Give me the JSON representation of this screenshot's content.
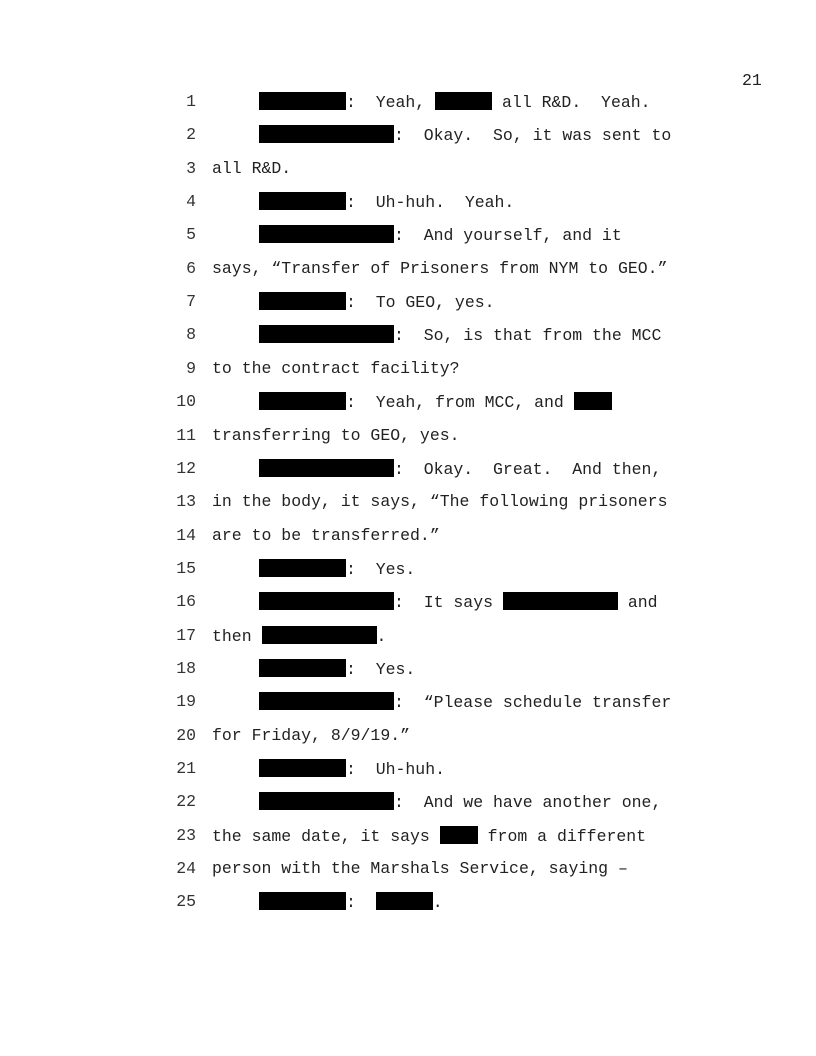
{
  "page_number": "21",
  "lines": [
    {
      "n": "1",
      "indent": true,
      "segs": [
        {
          "r": "speaker-a"
        },
        {
          "t": ":  Yeah, "
        },
        {
          "r": "name"
        },
        {
          "t": " all R&D.  Yeah."
        }
      ]
    },
    {
      "n": "2",
      "indent": true,
      "segs": [
        {
          "r": "speaker-b"
        },
        {
          "t": ":  Okay.  So, it was sent to"
        }
      ]
    },
    {
      "n": "3",
      "indent": false,
      "segs": [
        {
          "t": "all R&D."
        }
      ]
    },
    {
      "n": "4",
      "indent": true,
      "segs": [
        {
          "r": "speaker-a"
        },
        {
          "t": ":  Uh-huh.  Yeah."
        }
      ]
    },
    {
      "n": "5",
      "indent": true,
      "segs": [
        {
          "r": "speaker-b"
        },
        {
          "t": ":  And yourself, and it"
        }
      ]
    },
    {
      "n": "6",
      "indent": false,
      "segs": [
        {
          "t": "says, “Transfer of Prisoners from NYM to GEO.”"
        }
      ]
    },
    {
      "n": "7",
      "indent": true,
      "segs": [
        {
          "r": "speaker-a"
        },
        {
          "t": ":  To GEO, yes."
        }
      ]
    },
    {
      "n": "8",
      "indent": true,
      "segs": [
        {
          "r": "speaker-b"
        },
        {
          "t": ":  So, is that from the MCC"
        }
      ]
    },
    {
      "n": "9",
      "indent": false,
      "segs": [
        {
          "t": "to the contract facility?"
        }
      ]
    },
    {
      "n": "10",
      "indent": true,
      "segs": [
        {
          "r": "speaker-a"
        },
        {
          "t": ":  Yeah, from MCC, and "
        },
        {
          "r": "short"
        }
      ]
    },
    {
      "n": "11",
      "indent": false,
      "segs": [
        {
          "t": "transferring to GEO, yes."
        }
      ]
    },
    {
      "n": "12",
      "indent": true,
      "segs": [
        {
          "r": "speaker-b"
        },
        {
          "t": ":  Okay.  Great.  And then,"
        }
      ]
    },
    {
      "n": "13",
      "indent": false,
      "segs": [
        {
          "t": "in the body, it says, “The following prisoners"
        }
      ]
    },
    {
      "n": "14",
      "indent": false,
      "segs": [
        {
          "t": "are to be transferred.”"
        }
      ]
    },
    {
      "n": "15",
      "indent": true,
      "segs": [
        {
          "r": "speaker-a"
        },
        {
          "t": ":  Yes."
        }
      ]
    },
    {
      "n": "16",
      "indent": true,
      "segs": [
        {
          "r": "speaker-b"
        },
        {
          "t": ":  It says "
        },
        {
          "r": "long"
        },
        {
          "t": " and"
        }
      ]
    },
    {
      "n": "17",
      "indent": false,
      "segs": [
        {
          "t": "then "
        },
        {
          "r": "long"
        },
        {
          "t": "."
        }
      ]
    },
    {
      "n": "18",
      "indent": true,
      "segs": [
        {
          "r": "speaker-a"
        },
        {
          "t": ":  Yes."
        }
      ]
    },
    {
      "n": "19",
      "indent": true,
      "segs": [
        {
          "r": "speaker-b"
        },
        {
          "t": ":  “Please schedule transfer"
        }
      ]
    },
    {
      "n": "20",
      "indent": false,
      "segs": [
        {
          "t": "for Friday, 8/9/19.”"
        }
      ]
    },
    {
      "n": "21",
      "indent": true,
      "segs": [
        {
          "r": "speaker-a"
        },
        {
          "t": ":  Uh-huh."
        }
      ]
    },
    {
      "n": "22",
      "indent": true,
      "segs": [
        {
          "r": "speaker-b"
        },
        {
          "t": ":  And we have another one,"
        }
      ]
    },
    {
      "n": "23",
      "indent": false,
      "segs": [
        {
          "t": "the same date, it says "
        },
        {
          "r": "short"
        },
        {
          "t": " from a different"
        }
      ]
    },
    {
      "n": "24",
      "indent": false,
      "segs": [
        {
          "t": "person with the Marshals Service, saying –"
        }
      ]
    },
    {
      "n": "25",
      "indent": true,
      "segs": [
        {
          "r": "speaker-a"
        },
        {
          "t": ":  "
        },
        {
          "r": "name"
        },
        {
          "t": "."
        }
      ]
    }
  ]
}
